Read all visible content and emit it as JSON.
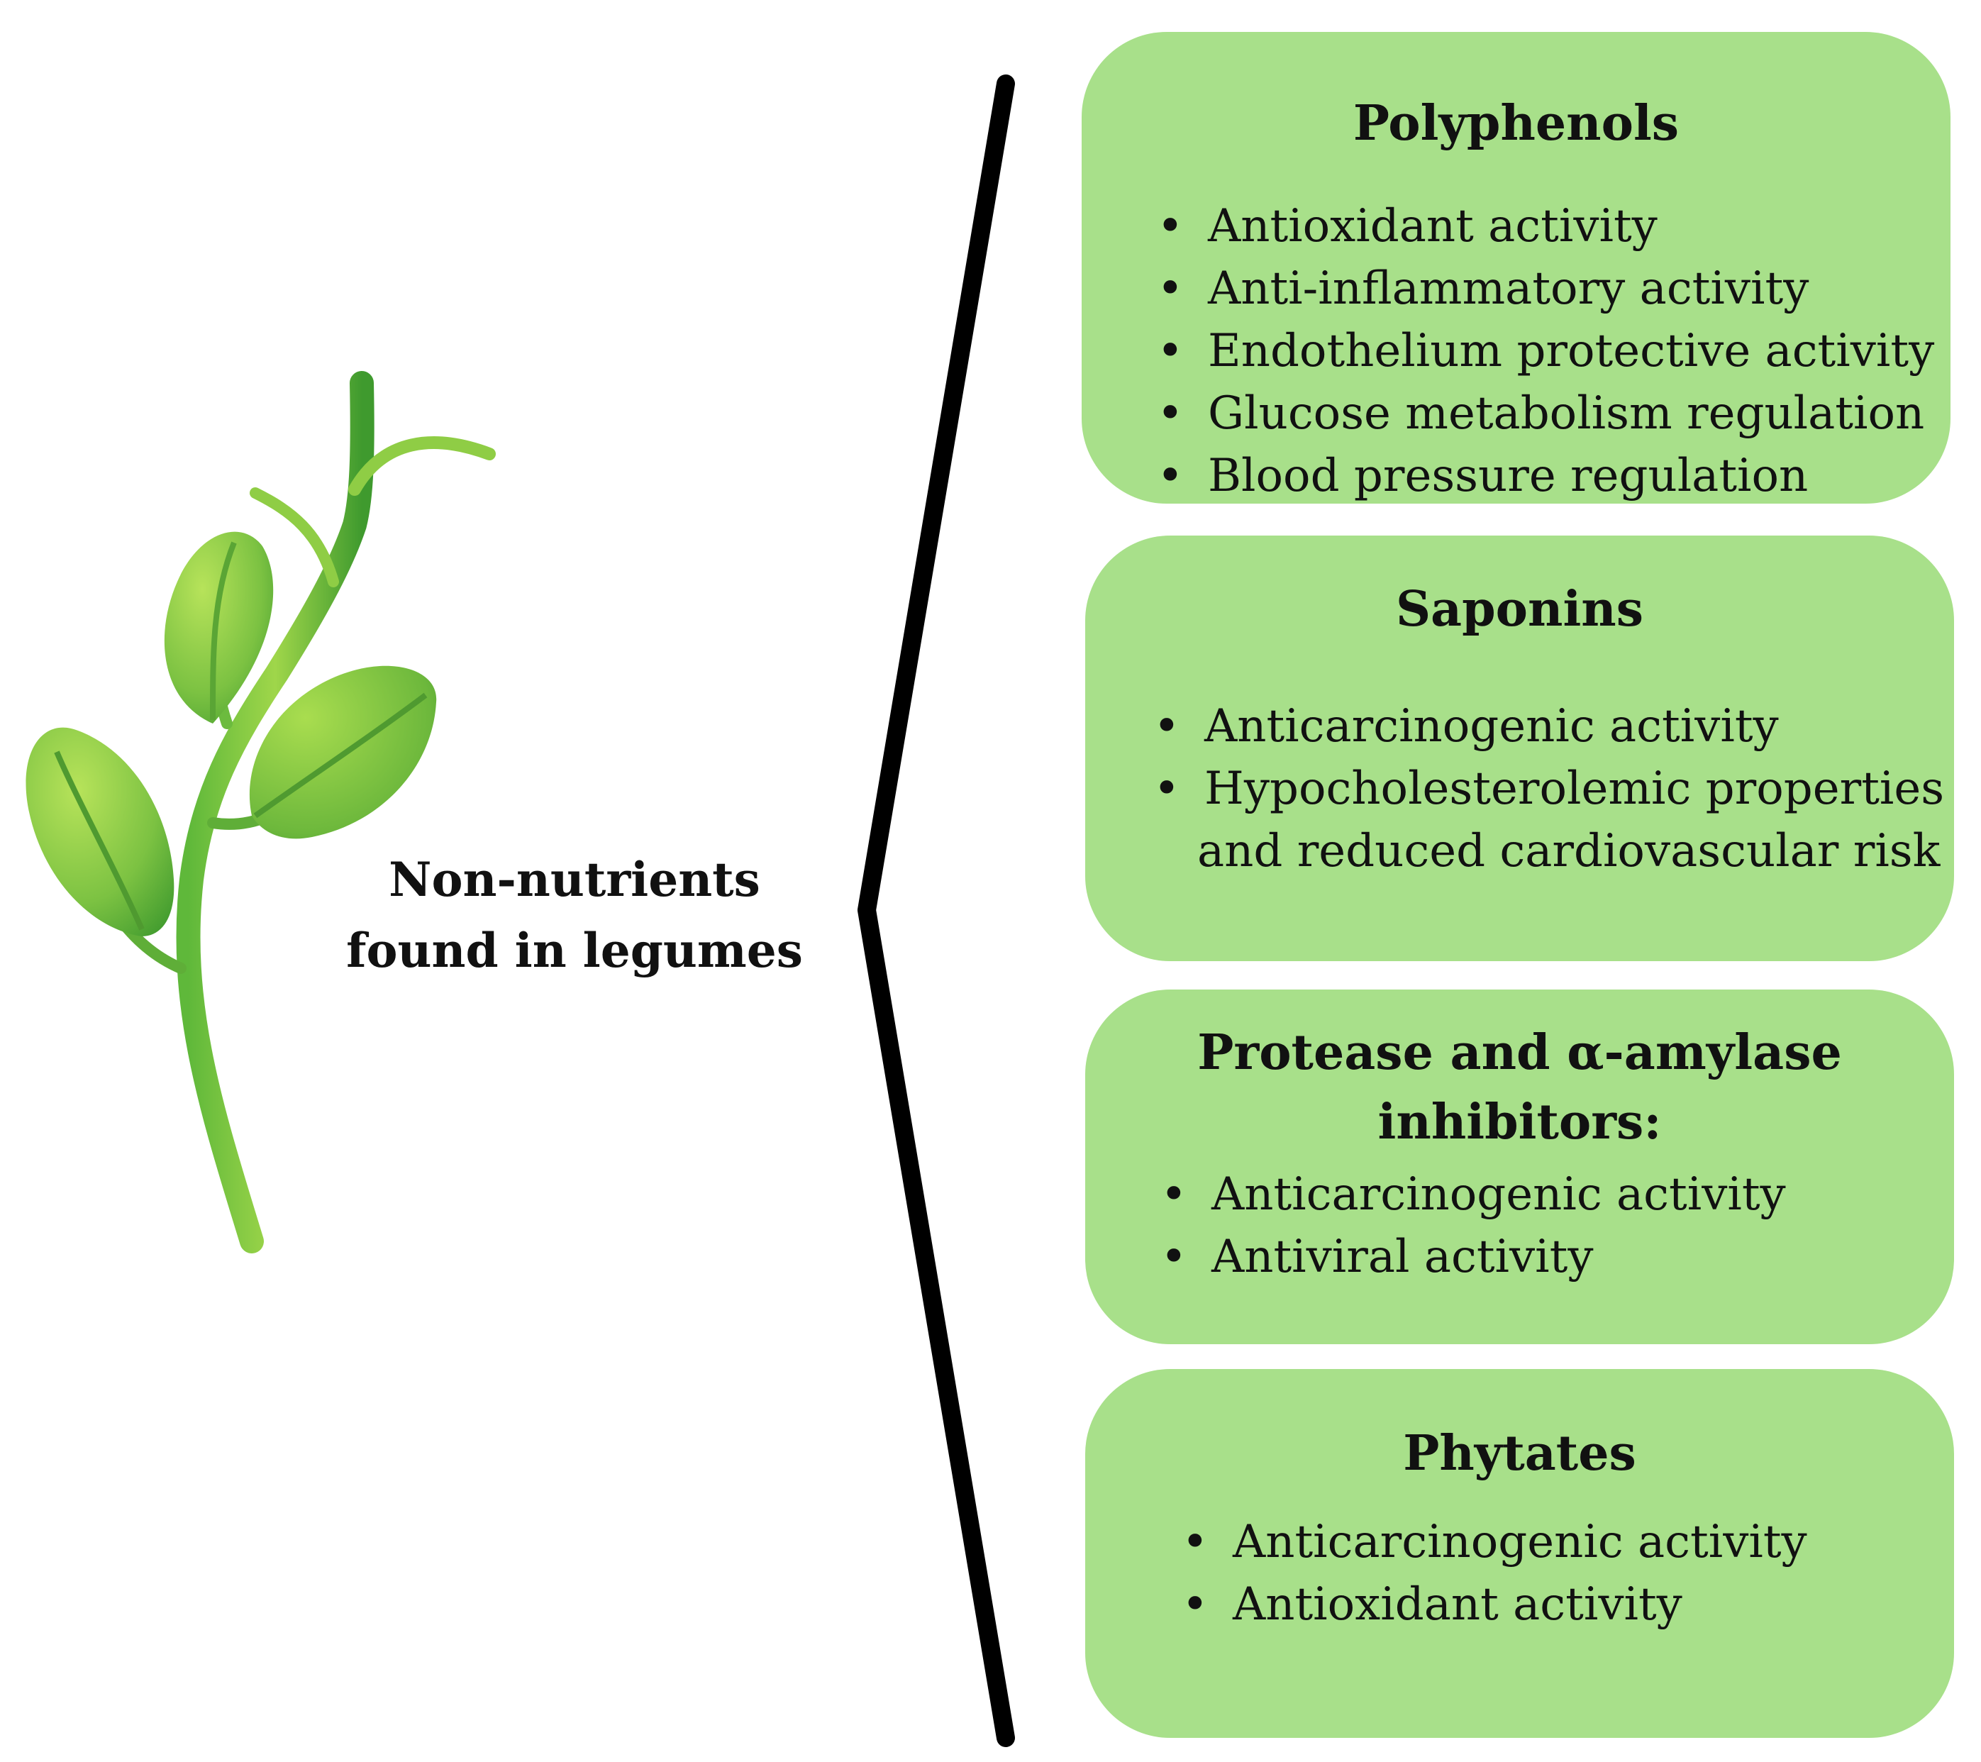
{
  "central_label": [
    "Non-nutrients",
    "found in legumes"
  ],
  "colors": {
    "box_fill": "#a8e08a",
    "bracket": "#000000",
    "leaf_light": "#9fd64a",
    "leaf_dark": "#3f9a2e"
  },
  "icons": {
    "plant": "plant-sprout-icon",
    "bullet": "bullet-dot"
  },
  "bullet_char": "•",
  "groups": [
    {
      "title": [
        "Polyphenols"
      ],
      "items": [
        {
          "text": "Antioxidant activity"
        },
        {
          "text": "Anti-inflammatory activity"
        },
        {
          "text": "Endothelium protective activity"
        },
        {
          "text": "Glucose metabolism regulation"
        },
        {
          "text": "Blood pressure regulation"
        }
      ]
    },
    {
      "title": [
        "Saponins"
      ],
      "items": [
        {
          "text": "Anticarcinogenic activity"
        },
        {
          "text": "Hypocholesterolemic properties",
          "continuation": "and reduced cardiovascular risk"
        }
      ]
    },
    {
      "title": [
        "Protease and  α-amylase",
        "inhibitors:"
      ],
      "items": [
        {
          "text": "Anticarcinogenic activity"
        },
        {
          "text": "Antiviral activity"
        }
      ]
    },
    {
      "title": [
        "Phytates"
      ],
      "items": [
        {
          "text": "Anticarcinogenic activity"
        },
        {
          "text": "Antioxidant activity"
        }
      ]
    }
  ]
}
